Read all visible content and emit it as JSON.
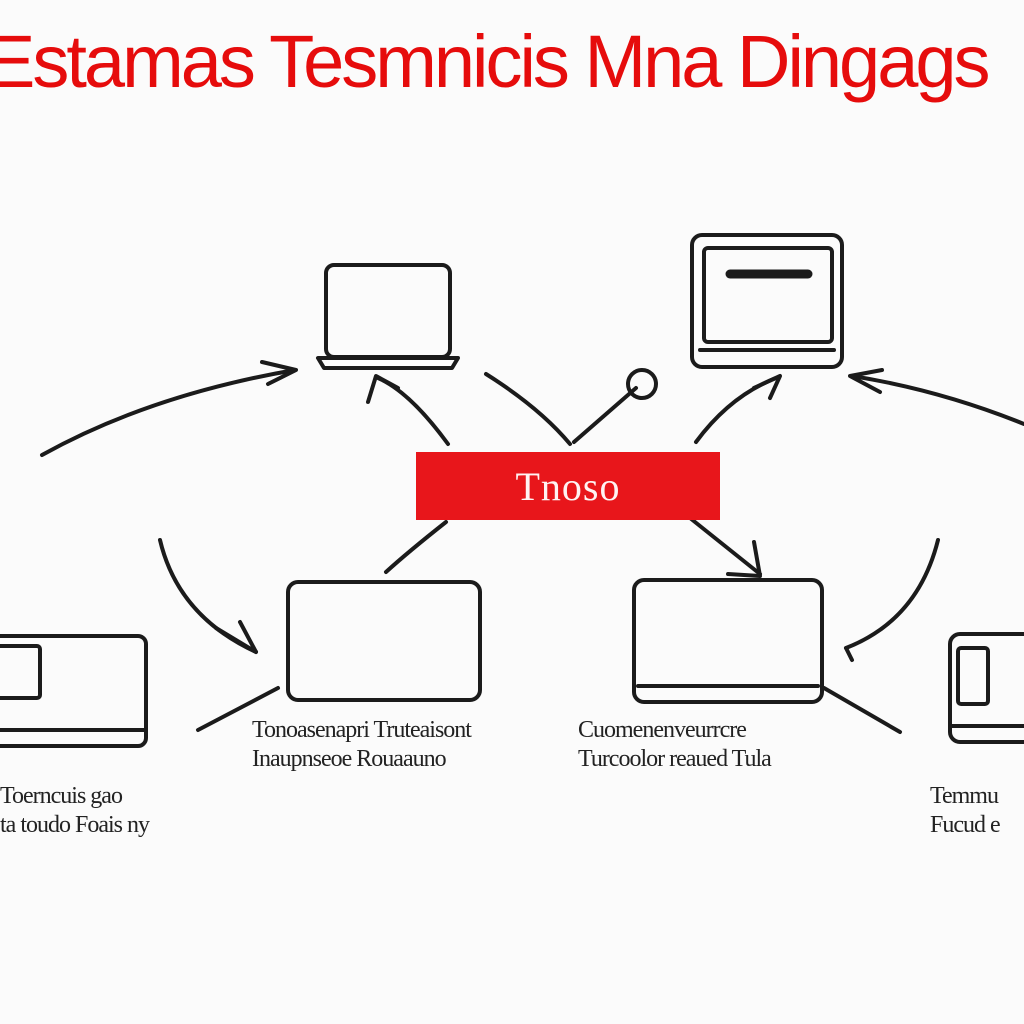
{
  "title": "Estamas Tesmnicis Mna Dingags",
  "center": {
    "label": "Tnoso"
  },
  "captions": {
    "left_edge": {
      "line1": "Toerncuis gao",
      "line2": "ta toudo Foais ny"
    },
    "center_left": {
      "line1": "Tonoasenapri Truteaisont",
      "line2": "Inaupnseoe Rouaauno"
    },
    "center_right": {
      "line1": "Cuomenenveurrcre",
      "line2": "Turcoolor reaued Tula"
    },
    "right_edge": {
      "line1": "Temmu",
      "line2": "Fucud e"
    }
  },
  "colors": {
    "accent": "#e60c0c",
    "stroke": "#1b1b1b",
    "background": "#fbfbfb"
  },
  "icons": [
    "laptop-icon",
    "monitor-icon",
    "tablet-icon",
    "tablet-icon",
    "laptop-icon",
    "laptop-icon"
  ]
}
